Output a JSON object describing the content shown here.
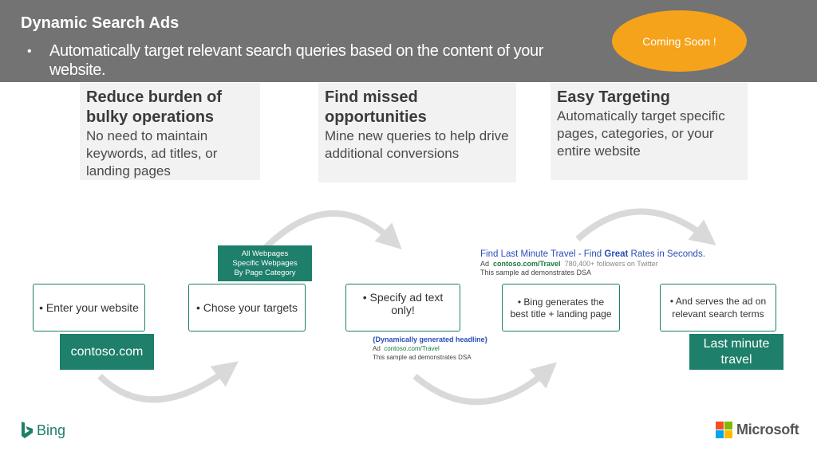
{
  "header": {
    "title": "Dynamic Search Ads",
    "bullet": "•",
    "subtitle": "Automatically target relevant search queries based on the content of your website.",
    "badge": "Coming Soon !"
  },
  "cards": [
    {
      "title": "Reduce burden of bulky operations",
      "text": "No need to maintain keywords, ad titles, or landing pages"
    },
    {
      "title": "Find missed opportunities",
      "text": "Mine new queries to help drive additional conversions"
    },
    {
      "title": "Easy Targeting",
      "text": "Automatically target specific pages, categories, or your entire website"
    }
  ],
  "steps": [
    {
      "label": "• Enter your website"
    },
    {
      "label": "• Chose your targets"
    },
    {
      "label": "• Specify ad text only!"
    },
    {
      "label": "• Bing generates the best title + landing page"
    },
    {
      "label": "• And serves the ad on relevant search terms"
    }
  ],
  "callouts": {
    "url": "contoso.com",
    "targets": [
      "All Webpages",
      "Specific Webpages",
      "By Page Category"
    ],
    "result": "Last minute travel"
  },
  "sample_ad_result": {
    "headline_pre": "Find Last Minute Travel - Find ",
    "headline_bold": "Great",
    "headline_post": " Rates in Seconds.",
    "ad_label": "Ad",
    "url": "contoso.com/Travel",
    "followers": "780,400+ followers on Twitter",
    "description": "This sample ad demonstrates DSA"
  },
  "sample_ad_template": {
    "headline": "{Dynamically generated headline}",
    "ad_label": "Ad",
    "url": "contoso.com/Travel",
    "description": "This sample ad demonstrates DSA"
  },
  "footer": {
    "bing": "Bing",
    "microsoft": "Microsoft"
  },
  "colors": {
    "header": "#737373",
    "accent": "#1e7f6a",
    "badge": "#f5a31a",
    "arrow": "#d9d9d9"
  }
}
